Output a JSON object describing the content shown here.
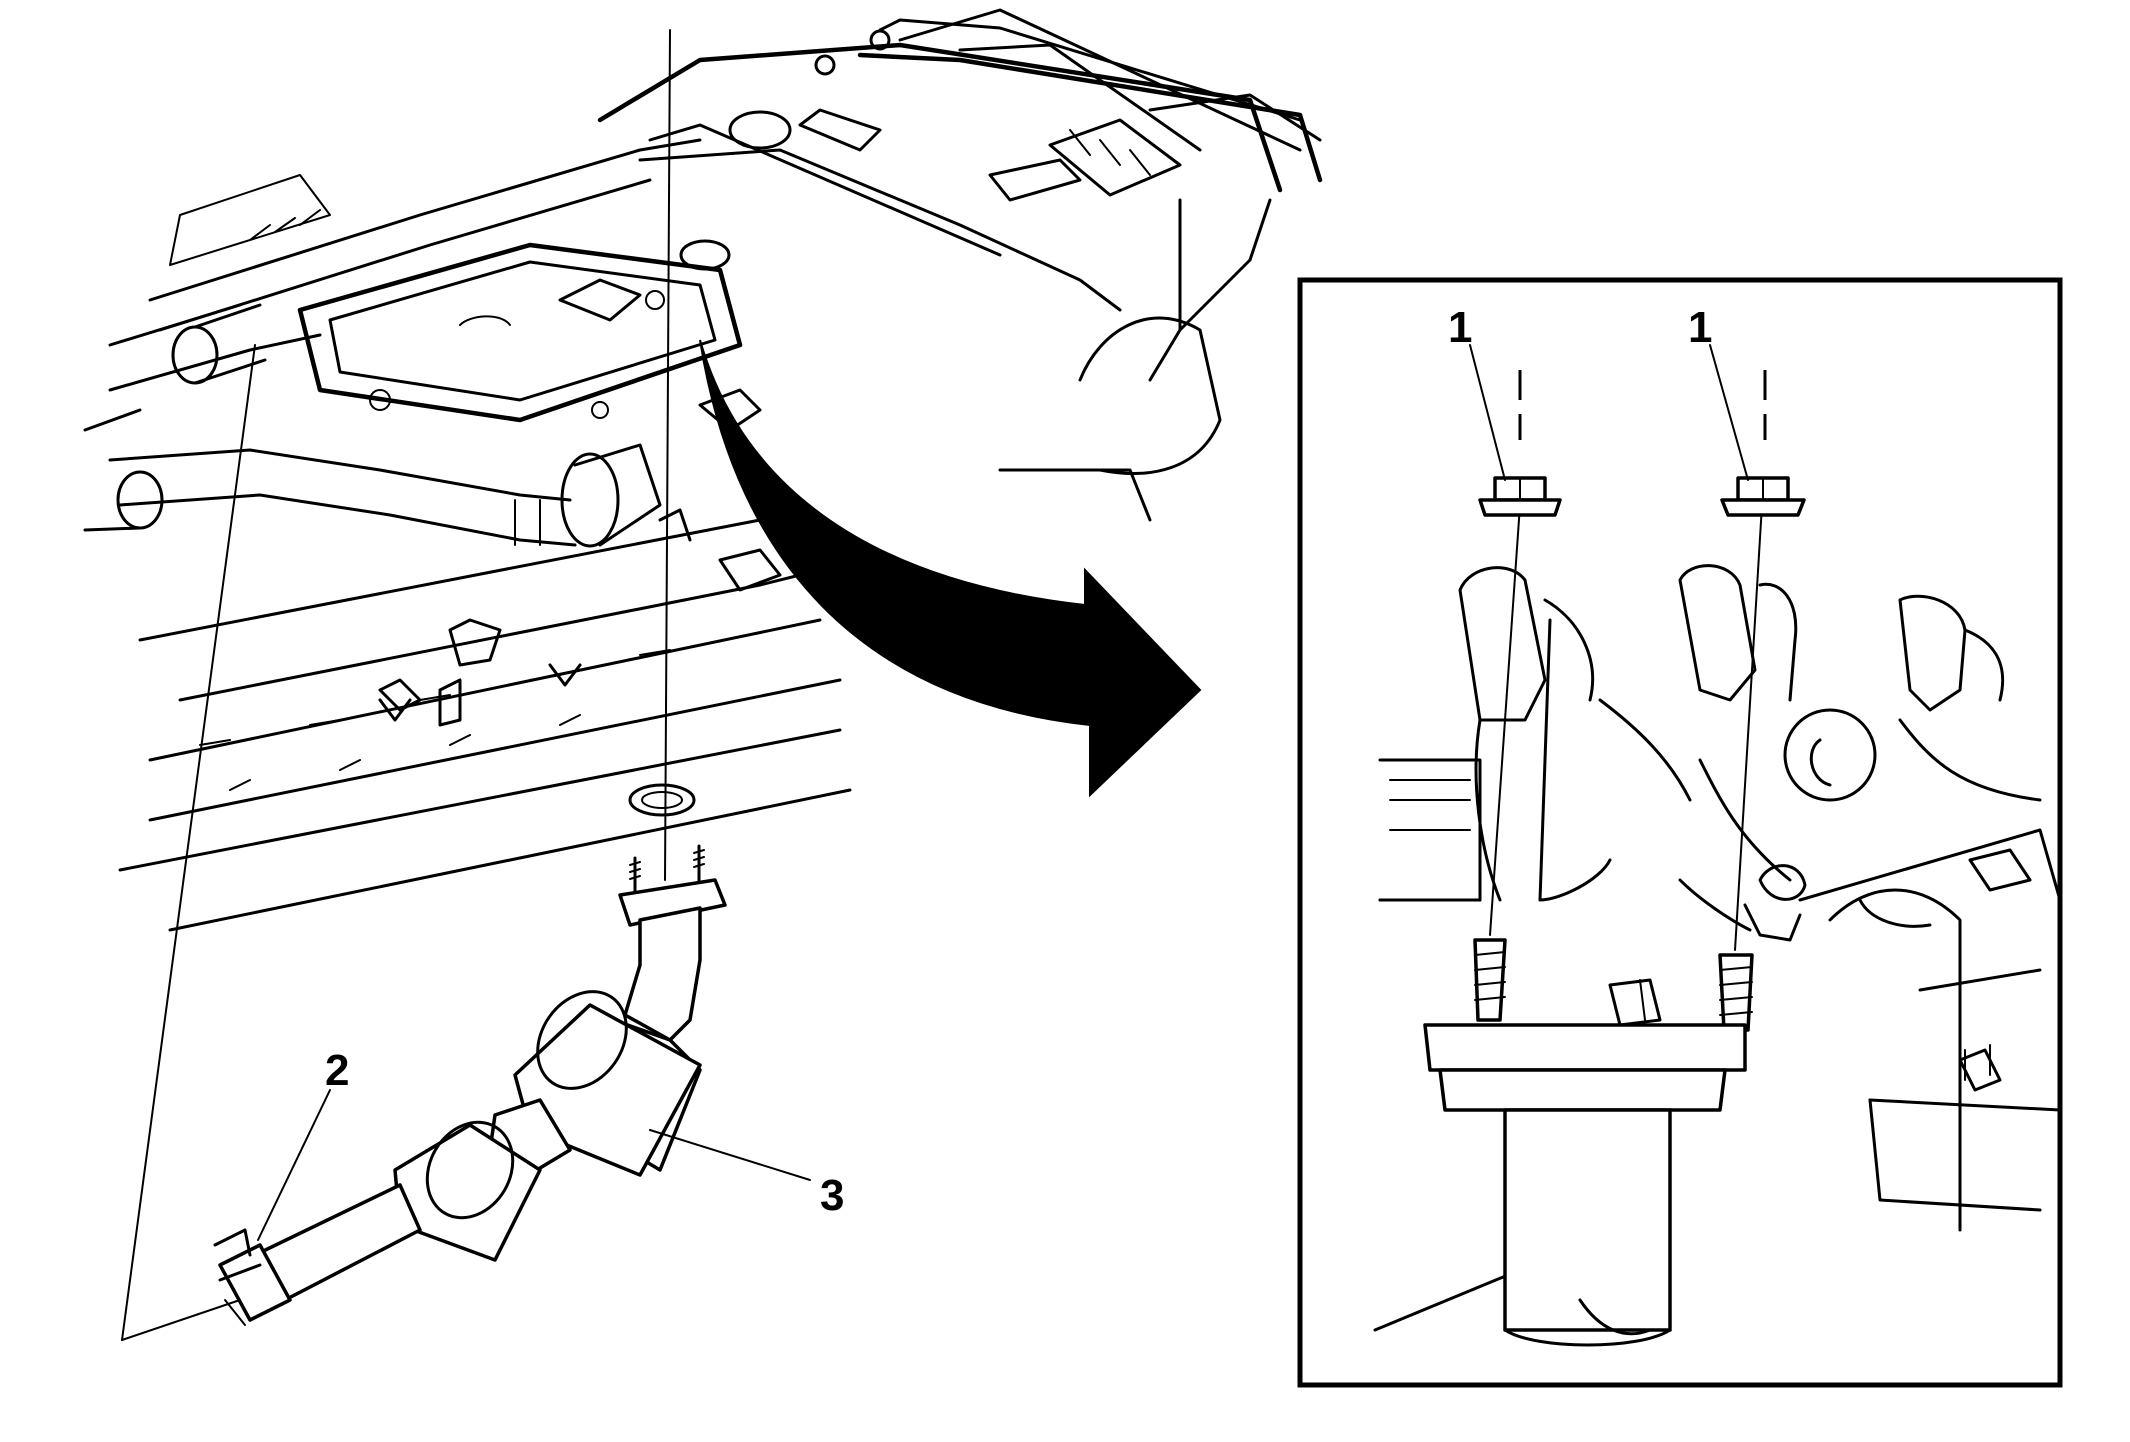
{
  "callouts": {
    "c1a": "1",
    "c1b": "1",
    "c2": "2",
    "c3": "3"
  }
}
